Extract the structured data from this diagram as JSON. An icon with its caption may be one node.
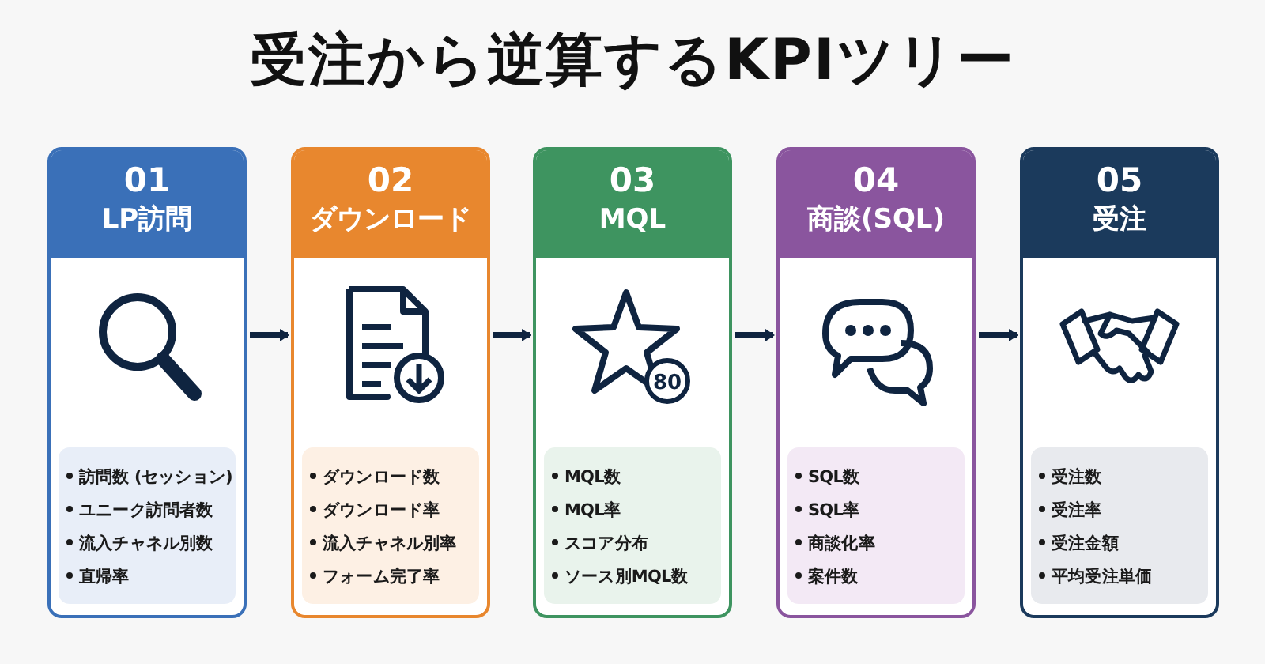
{
  "diagram": {
    "title": "受注から逆算するKPIツリー",
    "nodes": [
      {
        "text": [
          "01",
          "LP訪問"
        ]
      },
      {
        "text": [
          "訪問数 (セッション)",
          "ユニーク訪問者数",
          "流入チャネル別数",
          "直帰率"
        ],
        "in": 0
      },
      {
        "text": [
          "02",
          "ダウンロード"
        ]
      },
      {
        "text": [
          "ダウンロード数",
          "ダウンロード率",
          "流入チャネル別率",
          "フォーム完了率"
        ],
        "in": 2
      },
      {
        "text": [
          "03",
          "MQL"
        ]
      },
      {
        "text": [
          "MQL数",
          "MQL率",
          "スコア分布",
          "ソース別MQL数"
        ],
        "in": 4
      },
      {
        "text": [
          "04",
          "商談(SQL)"
        ]
      },
      {
        "text": [
          "SQL数",
          "SQL率",
          "商談化率",
          "案件数"
        ],
        "in": 6
      },
      {
        "text": [
          "05",
          "受注"
        ]
      },
      {
        "text": [
          "受注数",
          "受注率",
          "受注金額",
          "平均受注単価"
        ],
        "in": 8
      }
    ],
    "edges": [
      {
        "from": 0,
        "to": 2,
        "arrow": "to"
      },
      {
        "from": 2,
        "to": 4,
        "arrow": "to"
      },
      {
        "from": 4,
        "to": 6,
        "arrow": "to"
      },
      {
        "from": 6,
        "to": 8,
        "arrow": "to"
      }
    ],
    "labels": [
      "80"
    ]
  }
}
